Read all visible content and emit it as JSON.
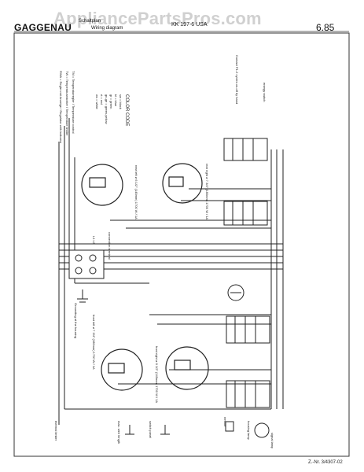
{
  "header": {
    "brand": "GAGGENAU",
    "title_line1": "Schaltplan",
    "title_line2": "Wiring diagram",
    "model": "KK 197-6 USA",
    "date": "6.85"
  },
  "watermark": "AppliancePartsPros.com",
  "footer": {
    "drawing_number": "Z.-Nr. 3/4307-02"
  },
  "diagram": {
    "legend": {
      "title": "COLOR CODE",
      "entries": [
        "sw = black",
        "bl = blue",
        "gr = green",
        "gn-ge = green-yellow",
        "rt = red",
        "ws = white"
      ]
    },
    "control_legend": {
      "entries": [
        "TM = Temperaturregler / Temperature control",
        "TW = Temperaturwächter / Temperature limiter",
        "RWA = Regler mit Anzeige / Regulator with indicator"
      ]
    },
    "burners": {
      "rear_right": "rear right\nø 7 3/4\" (180mm)\n1700 W / 1A",
      "rear_left": "rear left\nø 6 1/2\" (145mm)\n1700 W / 1A",
      "front_right": "front right\nø 6 1/2\" (145mm)\n1700 W / 1A",
      "front_left": "front left\nø 7 3/4\" (180mm)\n1700 W / 1A"
    },
    "labels": {
      "mains": "L1  L2",
      "connection": "connection terminal",
      "grounding": "Grounding at the housing",
      "energy_switch": "energy switch",
      "contact_note": "Contact P1-2 cycles on-off by hand",
      "housing_lamp": "housing lamp",
      "signal_lamp": "signal lamp",
      "thermal_limiter": "thermal limiter",
      "wire_note": "max. wire length",
      "switch_panel": "switch panel",
      "remote": "remote"
    }
  }
}
